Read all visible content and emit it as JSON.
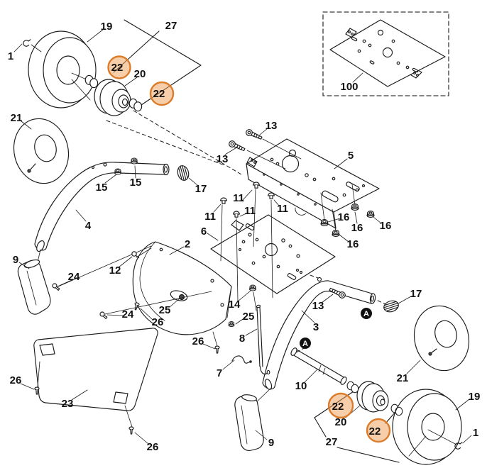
{
  "diagram": {
    "type": "exploded-parts-diagram",
    "background": "#ffffff",
    "line_color": "#1a1a1a",
    "highlight": {
      "fill": "#EE9E55",
      "stroke": "#DC7C2A",
      "opacity": 0.5
    },
    "inset_box": {
      "style": "dashed"
    }
  },
  "badges": [
    "A",
    "A"
  ],
  "labels": [
    "1",
    "19",
    "27",
    "22",
    "20",
    "22",
    "21",
    "15",
    "15",
    "17",
    "4",
    "13",
    "13",
    "5",
    "100",
    "11",
    "11",
    "11",
    "11",
    "16",
    "16",
    "16",
    "16",
    "6",
    "2",
    "12",
    "24",
    "9",
    "24",
    "26",
    "25",
    "14",
    "25",
    "8",
    "26",
    "7",
    "23",
    "26",
    "26",
    "9",
    "3",
    "13",
    "17",
    "10",
    "22",
    "20",
    "27",
    "22",
    "21",
    "19",
    "1"
  ]
}
